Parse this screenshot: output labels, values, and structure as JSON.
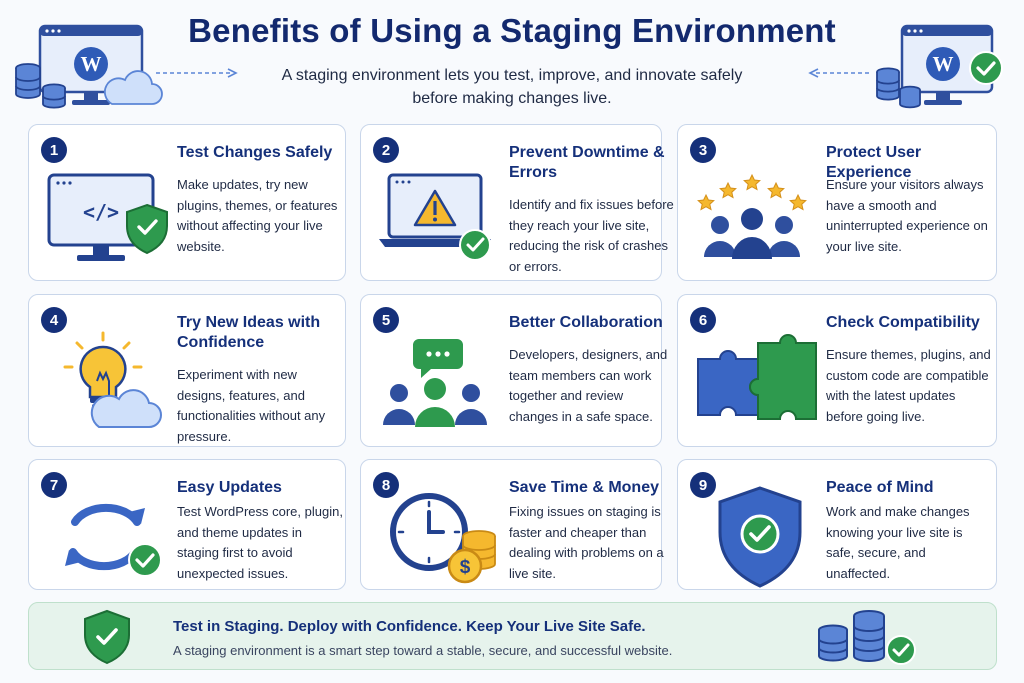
{
  "header": {
    "title": "Benefits of Using a Staging Environment",
    "subtitle": "A staging environment lets you test, improve, and innovate safely before making changes live.",
    "icons": [
      "wordpress-monitor-icon",
      "database-icon",
      "cloud-icon",
      "check-icon"
    ]
  },
  "cards": [
    {
      "num": "1",
      "title": "Test Changes Safely",
      "desc": "Make updates, try new plugins, themes, or features without affecting your live website.",
      "icon": "monitor-code-shield-icon"
    },
    {
      "num": "2",
      "title": "Prevent Downtime & Errors",
      "desc": "Identify and fix issues before they reach your live site, reducing the risk of crashes or errors.",
      "icon": "laptop-warning-icon"
    },
    {
      "num": "3",
      "title": "Protect User Experience",
      "desc": "Ensure your visitors always have a smooth and uninterrupted experience on your live site.",
      "icon": "users-stars-icon"
    },
    {
      "num": "4",
      "title": "Try New Ideas with Confidence",
      "desc": "Experiment with new designs, features, and functionalities without any pressure.",
      "icon": "lightbulb-cloud-icon"
    },
    {
      "num": "5",
      "title": "Better Collaboration",
      "desc": "Developers, designers, and team members can work together and review changes in a safe space.",
      "icon": "team-chat-icon"
    },
    {
      "num": "6",
      "title": "Check Compatibility",
      "desc": "Ensure themes, plugins, and custom code are compatible with the latest updates before going live.",
      "icon": "puzzle-icon"
    },
    {
      "num": "7",
      "title": "Easy Updates",
      "desc": "Test WordPress core, plugin, and theme updates in staging first to avoid unexpected issues.",
      "icon": "refresh-check-icon"
    },
    {
      "num": "8",
      "title": "Save Time & Money",
      "desc": "Fixing issues on staging is faster and cheaper than dealing with problems on a live site.",
      "icon": "clock-coins-icon"
    },
    {
      "num": "9",
      "title": "Peace of Mind",
      "desc": "Work and make changes knowing your live site is safe, secure, and unaffected.",
      "icon": "shield-check-icon"
    }
  ],
  "footer": {
    "title": "Test in Staging. Deploy with Confidence. Keep Your Live Site Safe.",
    "desc": "A staging environment is a smart step toward a stable, secure, and successful website."
  },
  "colors": {
    "navy": "#15307a",
    "blue": "#2f5bb7",
    "green": "#2e9a4e",
    "yellow": "#f5b82e",
    "footer_bg": "#e6f3ec"
  }
}
